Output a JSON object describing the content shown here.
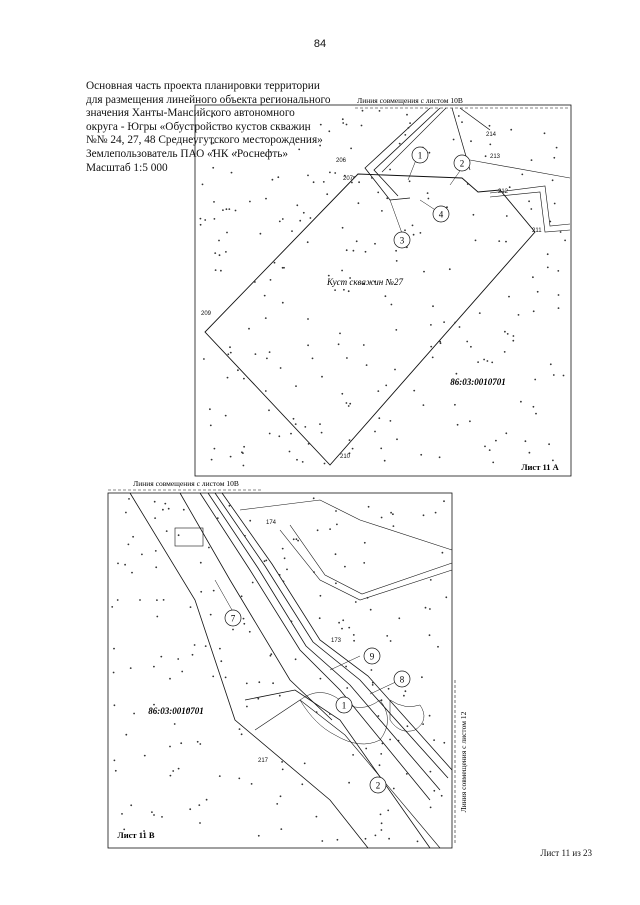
{
  "page": {
    "number": "84",
    "footer": "Лист 11 из 23"
  },
  "header": {
    "lines": [
      "Основная часть проекта планировки территории",
      "для размещения линейного объекта регионального",
      "значения Ханты-Мансийского автономного",
      "округа - Югры «Обустройство кустов скважин",
      "№№ 24, 27, 48 Среднеугутского месторождения»",
      "Землепользователь ПАО «НК «Роснефть»",
      "Масштаб 1:5 000"
    ]
  },
  "sheet_a": {
    "match_line": "Линия совмещения с листом 10В",
    "sheet_label": "Лист 11 А",
    "cadastral": "86:03:0010701",
    "site_name": "Куст скважин №27",
    "points": [
      "214",
      "213",
      "206",
      "207",
      "212",
      "211",
      "209",
      "210"
    ],
    "circles": [
      "1",
      "2",
      "3",
      "4"
    ],
    "colors": {
      "line": "#111111",
      "dots": "#333333"
    }
  },
  "sheet_b": {
    "match_line_top": "Линия совмещения с листом 10В",
    "match_line_right": "Линия совмещения с листом 12",
    "sheet_label": "Лист 11 В",
    "cadastral": "86:03:0010701",
    "points": [
      "174",
      "173",
      "217"
    ],
    "circles": [
      "7",
      "9",
      "8",
      "1",
      "2"
    ]
  }
}
